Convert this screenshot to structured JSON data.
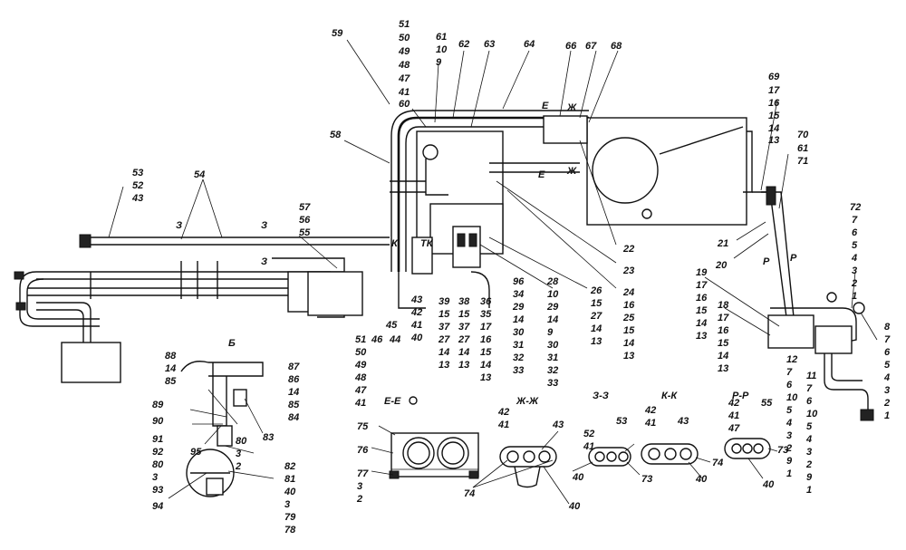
{
  "callouts": {
    "c59": "59",
    "stack_a": [
      "51",
      "50",
      "49",
      "48",
      "47",
      "41",
      "60"
    ],
    "stack_b": [
      "61",
      "10",
      "9"
    ],
    "c62": "62",
    "c63": "63",
    "c64": "64",
    "c66": "66",
    "c67": "67",
    "c68": "68",
    "stack_69": [
      "69",
      "17",
      "16",
      "15",
      "14",
      "13"
    ],
    "stack_70": [
      "70",
      "61",
      "71"
    ],
    "c58": "58",
    "stack_53": [
      "53",
      "52",
      "43"
    ],
    "c54": "54",
    "stack_57": [
      "57",
      "56",
      "55"
    ],
    "c22": "22",
    "c23": "23",
    "c24": "24",
    "c21": "21",
    "c20": "20",
    "stack_19": [
      "19",
      "17",
      "16",
      "15",
      "14",
      "13"
    ],
    "stack_18": [
      "18",
      "17",
      "16",
      "15",
      "14",
      "13"
    ],
    "stack_72": [
      "72",
      "7",
      "6",
      "5",
      "4",
      "3",
      "2",
      "1"
    ],
    "stack_8": [
      "8",
      "7",
      "6",
      "5",
      "4",
      "3",
      "2",
      "1"
    ],
    "stack_12": [
      "12",
      "7",
      "6",
      "10",
      "5",
      "4",
      "3",
      "2",
      "9",
      "1"
    ],
    "stack_11": [
      "11",
      "7",
      "6",
      "10",
      "5",
      "4",
      "3",
      "2",
      "9",
      "1"
    ],
    "stack_51b": [
      "51",
      "50",
      "49",
      "48",
      "47",
      "41"
    ],
    "c46": "46",
    "c45": "45",
    "c44": "44",
    "stack_43": [
      "43",
      "42",
      "41",
      "40"
    ],
    "stack_39": [
      "39",
      "15",
      "37",
      "27",
      "14",
      "13"
    ],
    "stack_38": [
      "38",
      "15",
      "37",
      "27",
      "14",
      "13"
    ],
    "stack_36": [
      "36",
      "35",
      "17",
      "16",
      "15",
      "14",
      "13"
    ],
    "stack_96": [
      "96",
      "34",
      "29",
      "14",
      "30",
      "31",
      "32",
      "33"
    ],
    "stack_28": [
      "28",
      "10",
      "29",
      "14",
      "9",
      "30",
      "31",
      "32",
      "33"
    ],
    "stack_26": [
      "26",
      "15",
      "27",
      "14",
      "13"
    ],
    "stack_16": [
      "16",
      "25",
      "15",
      "14",
      "13"
    ],
    "stack_88": [
      "88",
      "14",
      "85"
    ],
    "stack_87": [
      "87",
      "86",
      "14",
      "85",
      "84"
    ],
    "c89": "89",
    "c90": "90",
    "c83": "83",
    "c95": "95",
    "stack_91": [
      "91",
      "92",
      "80",
      "3",
      "93"
    ],
    "stack_80": [
      "80",
      "3",
      "2"
    ],
    "stack_82": [
      "82",
      "81",
      "40",
      "3",
      "79",
      "78"
    ],
    "c94": "94",
    "c75": "75",
    "c76": "76",
    "stack_77": [
      "77",
      "3",
      "2"
    ],
    "stack_42a": [
      "42",
      "41"
    ],
    "c43a": "43",
    "c74a": "74",
    "c40a": "40",
    "stack_52": [
      "52",
      "41"
    ],
    "c53": "53",
    "c40b": "40",
    "c73b": "73",
    "stack_42c": [
      "42",
      "41"
    ],
    "c43c": "43",
    "c74c": "74",
    "c40c": "40",
    "stack_42d": [
      "42",
      "41",
      "47"
    ],
    "c55": "55",
    "c73d": "73",
    "c40d": "40"
  },
  "section_labels": {
    "b": "Б",
    "ee": "Е-Е",
    "zhzh": "Ж-Ж",
    "zz": "З-З",
    "kk": "К-К",
    "rr": "Р-Р"
  },
  "section_marks": {
    "e_upper": "Е",
    "e_lower": "Е",
    "zh_upper": "Ж",
    "zh_lower": "Ж",
    "z1": "З",
    "z2": "З",
    "z3": "З",
    "k": "К",
    "tk": "ТК",
    "p1": "Р",
    "p2": "Р"
  }
}
